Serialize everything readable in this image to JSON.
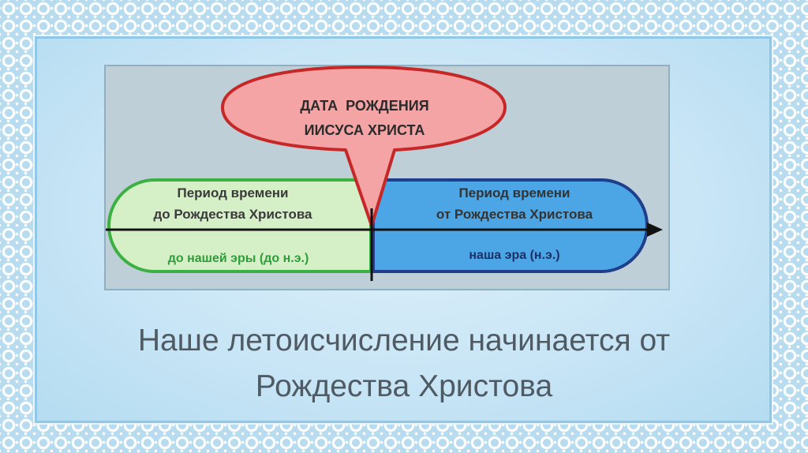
{
  "bubble": {
    "line1": "ДАТА  РОЖДЕНИЯ",
    "line2": "ИИСУСА ХРИСТА",
    "fill": "#f4a4a4",
    "stroke": "#c62828"
  },
  "before": {
    "line1": "Период времени",
    "line2": "до Рождества Христова",
    "era": "до нашей эры (до н.э.)",
    "fill": "#d5f0c6",
    "stroke": "#3cb043",
    "era_color": "#2f9d3a"
  },
  "after": {
    "line1": "Период времени",
    "line2": "от Рождества Христова",
    "era": "наша эра (н.э.)",
    "fill": "#4ca6e6",
    "stroke": "#1f3e8c"
  },
  "caption": {
    "line1": "Наше летоисчисление начинается от",
    "line2": "Рождества Христова"
  }
}
